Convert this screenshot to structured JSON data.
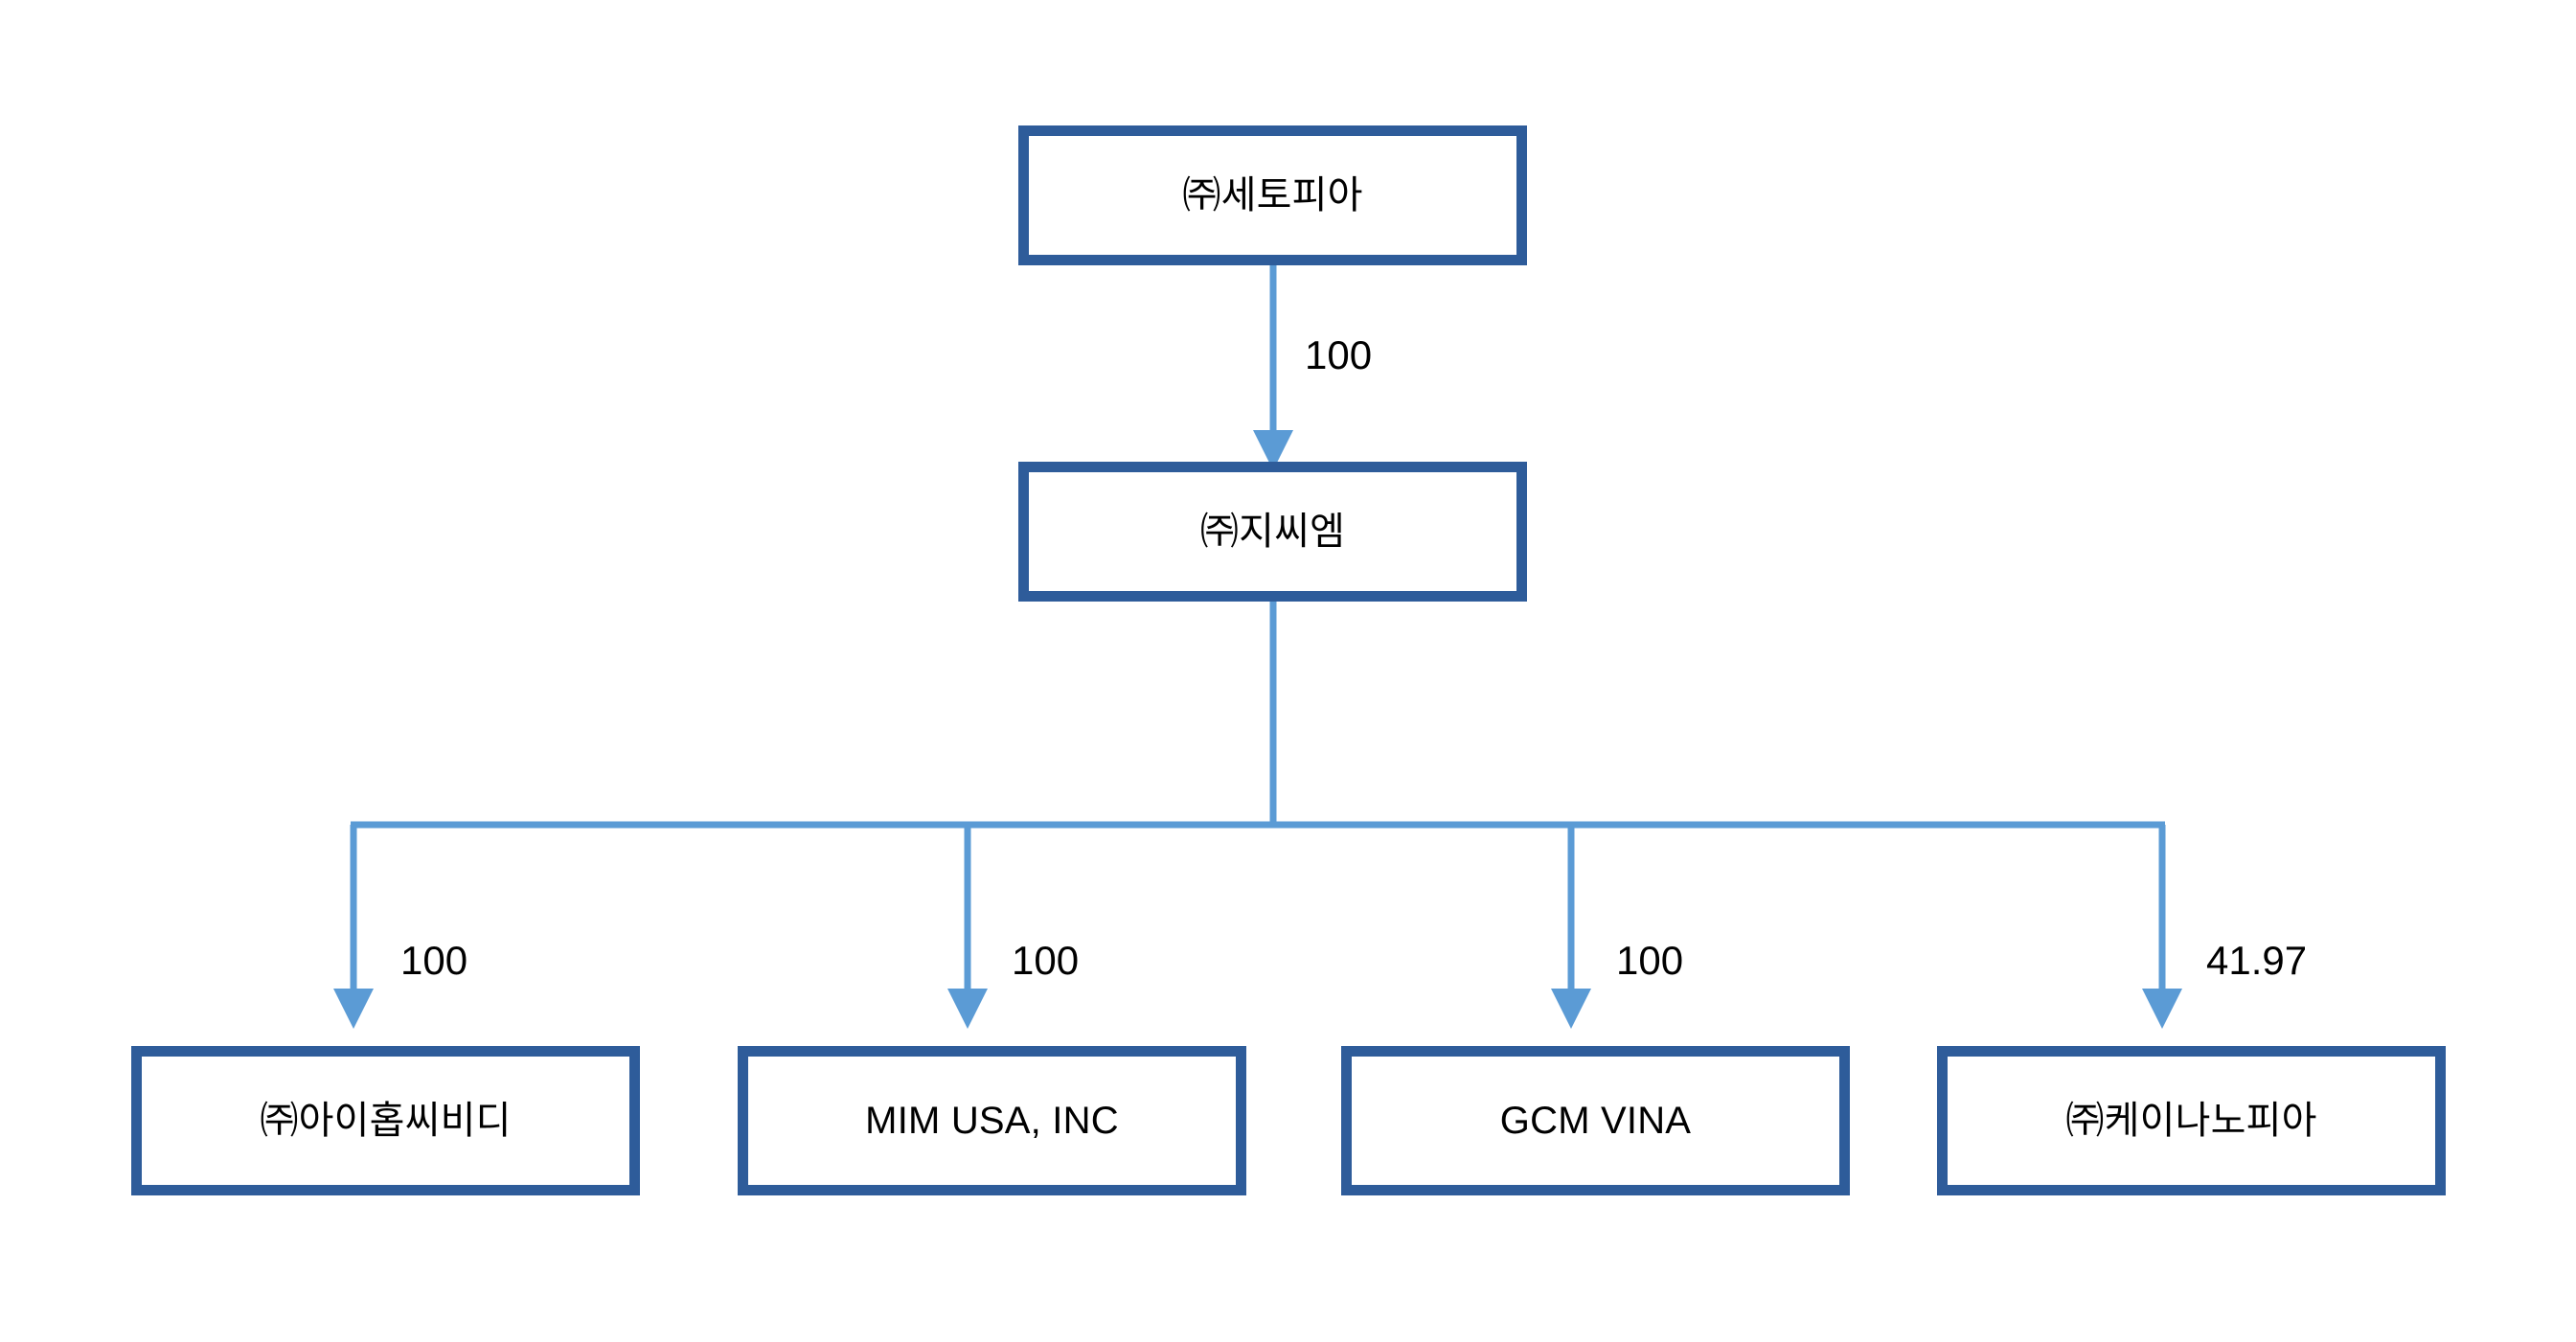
{
  "diagram": {
    "type": "organization-ownership-chart",
    "background_color": "#FFFFFF",
    "node_border_color": "#2E5C9A",
    "node_fill_color": "#FFFFFF",
    "connector_color": "#5B9BD5",
    "text_color": "#000000",
    "levels": [
      {
        "level": 1,
        "nodes": [
          {
            "id": "setopia",
            "label": "㈜세토피아"
          }
        ]
      },
      {
        "level": 2,
        "nodes": [
          {
            "id": "gcm",
            "label": "㈜지씨엠"
          }
        ]
      },
      {
        "level": 3,
        "nodes": [
          {
            "id": "i9cbd",
            "label": "㈜아이홉씨비디"
          },
          {
            "id": "mimusa",
            "label": "MIM USA, INC"
          },
          {
            "id": "gcmvina",
            "label": "GCM VINA"
          },
          {
            "id": "kenanopia",
            "label": "㈜케이나노피아"
          }
        ]
      }
    ],
    "edges": [
      {
        "id": "e1",
        "from": "setopia",
        "to": "gcm",
        "label": "100"
      },
      {
        "id": "e2",
        "from": "gcm",
        "to": "i9cbd",
        "label": "100"
      },
      {
        "id": "e3",
        "from": "gcm",
        "to": "mimusa",
        "label": "100"
      },
      {
        "id": "e4",
        "from": "gcm",
        "to": "gcmvina",
        "label": "100"
      },
      {
        "id": "e5",
        "from": "gcm",
        "to": "kenanopia",
        "label": "41.97"
      }
    ]
  },
  "nodes": {
    "setopia": {
      "label": "㈜세토피아"
    },
    "gcm": {
      "label": "㈜지씨엠"
    },
    "i9cbd": {
      "label": "㈜아이홉씨비디"
    },
    "mimusa": {
      "label": "MIM USA, INC"
    },
    "gcmvina": {
      "label": "GCM VINA"
    },
    "kenanopia": {
      "label": "㈜케이나노피아"
    }
  },
  "edge_labels": {
    "setopia_to_gcm": "100",
    "gcm_to_i9cbd": "100",
    "gcm_to_mimusa": "100",
    "gcm_to_gcmvina": "100",
    "gcm_to_kenanopia": "41.97"
  }
}
